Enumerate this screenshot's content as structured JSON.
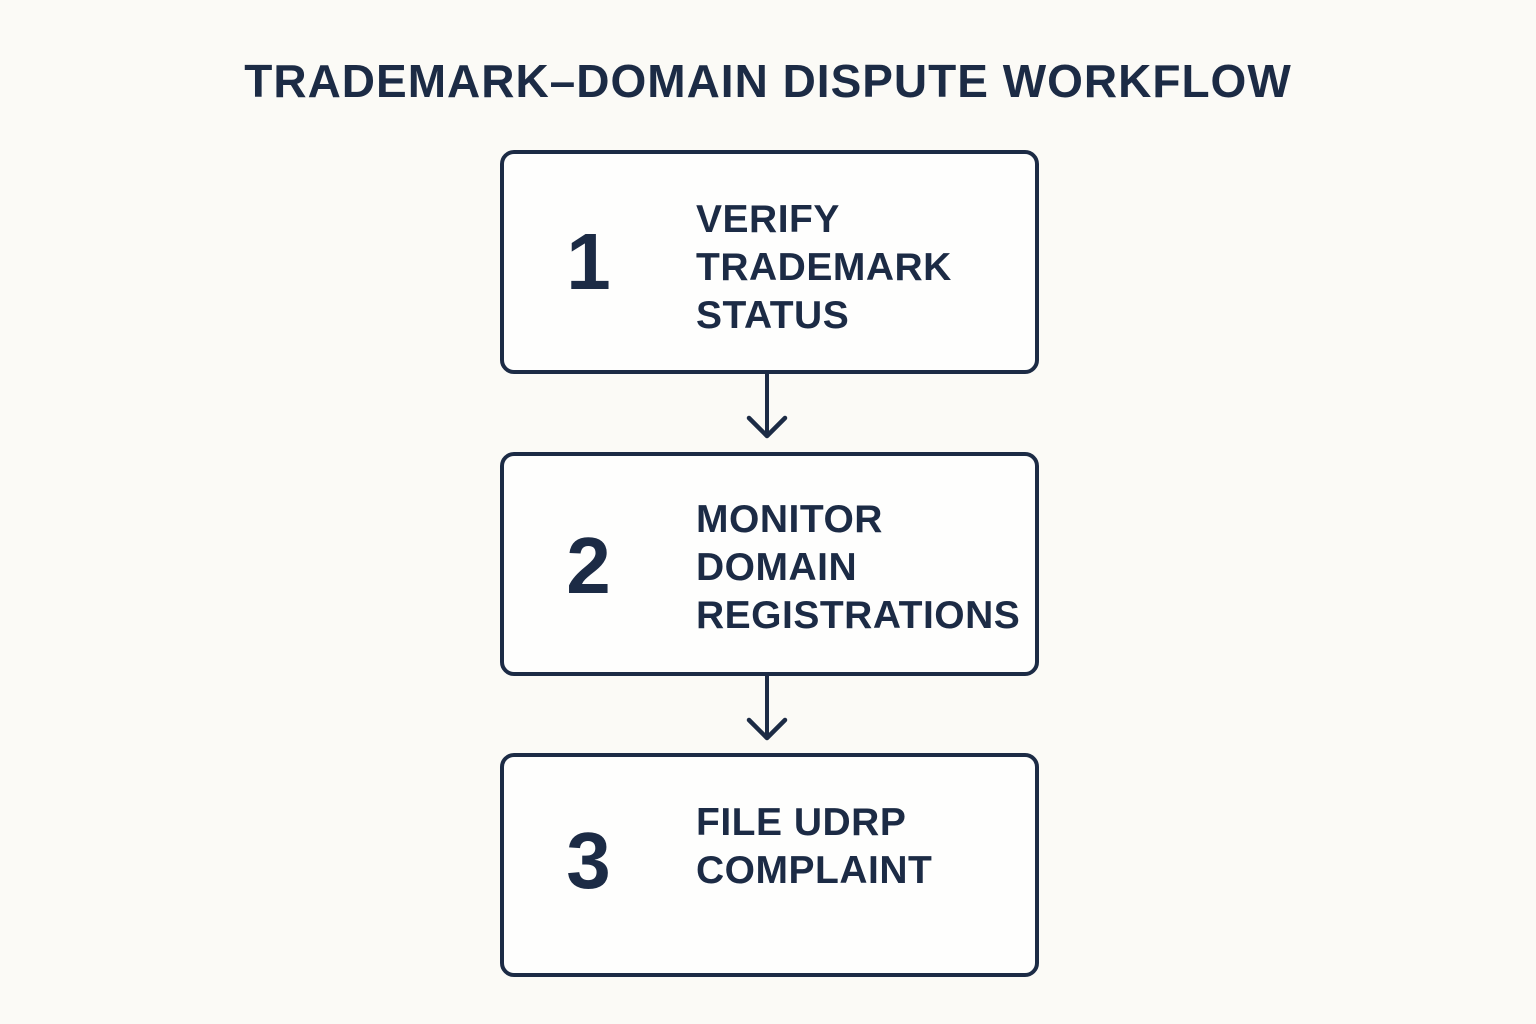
{
  "title": "TRADEMARK–DOMAIN DISPUTE WORKFLOW",
  "colors": {
    "ink": "#1c2b45",
    "background": "#fbfaf6",
    "box_fill": "#fefefd"
  },
  "steps": [
    {
      "number": "1",
      "lines": [
        "VERIFY",
        "TRADEMARK",
        "STATUS"
      ]
    },
    {
      "number": "2",
      "lines": [
        "MONITOR",
        "DOMAIN",
        "REGISTRATIONS"
      ]
    },
    {
      "number": "3",
      "lines": [
        "FILE UDRP",
        "COMPLAINT"
      ]
    }
  ],
  "connectors": [
    {
      "from": "1",
      "to": "2",
      "icon": "arrow-down-icon"
    },
    {
      "from": "2",
      "to": "3",
      "icon": "arrow-down-icon"
    }
  ]
}
